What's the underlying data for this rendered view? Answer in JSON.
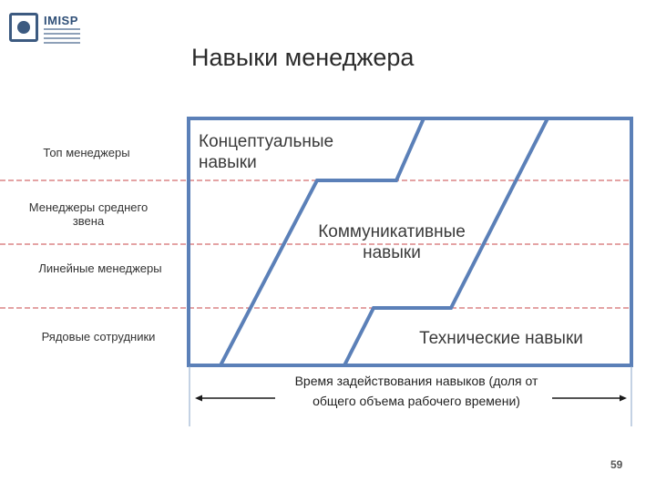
{
  "logo": {
    "text": "IMISP"
  },
  "title": "Навыки менеджера",
  "levels": {
    "top": "Топ менеджеры",
    "middle": "Менеджеры среднего звена",
    "line": "Линейные менеджеры",
    "staff": "Рядовые сотрудники"
  },
  "skills": {
    "conceptual": "Концептуальные навыки",
    "communicative": "Коммуникативные навыки",
    "technical": "Технические навыки"
  },
  "time_label": "Время задействования навыков (доля от общего объема рабочего времени)",
  "page_number": "59",
  "colors": {
    "frame": "#5b80b8",
    "dashes": "#c8474a",
    "arrow": "#1a1a1a"
  }
}
